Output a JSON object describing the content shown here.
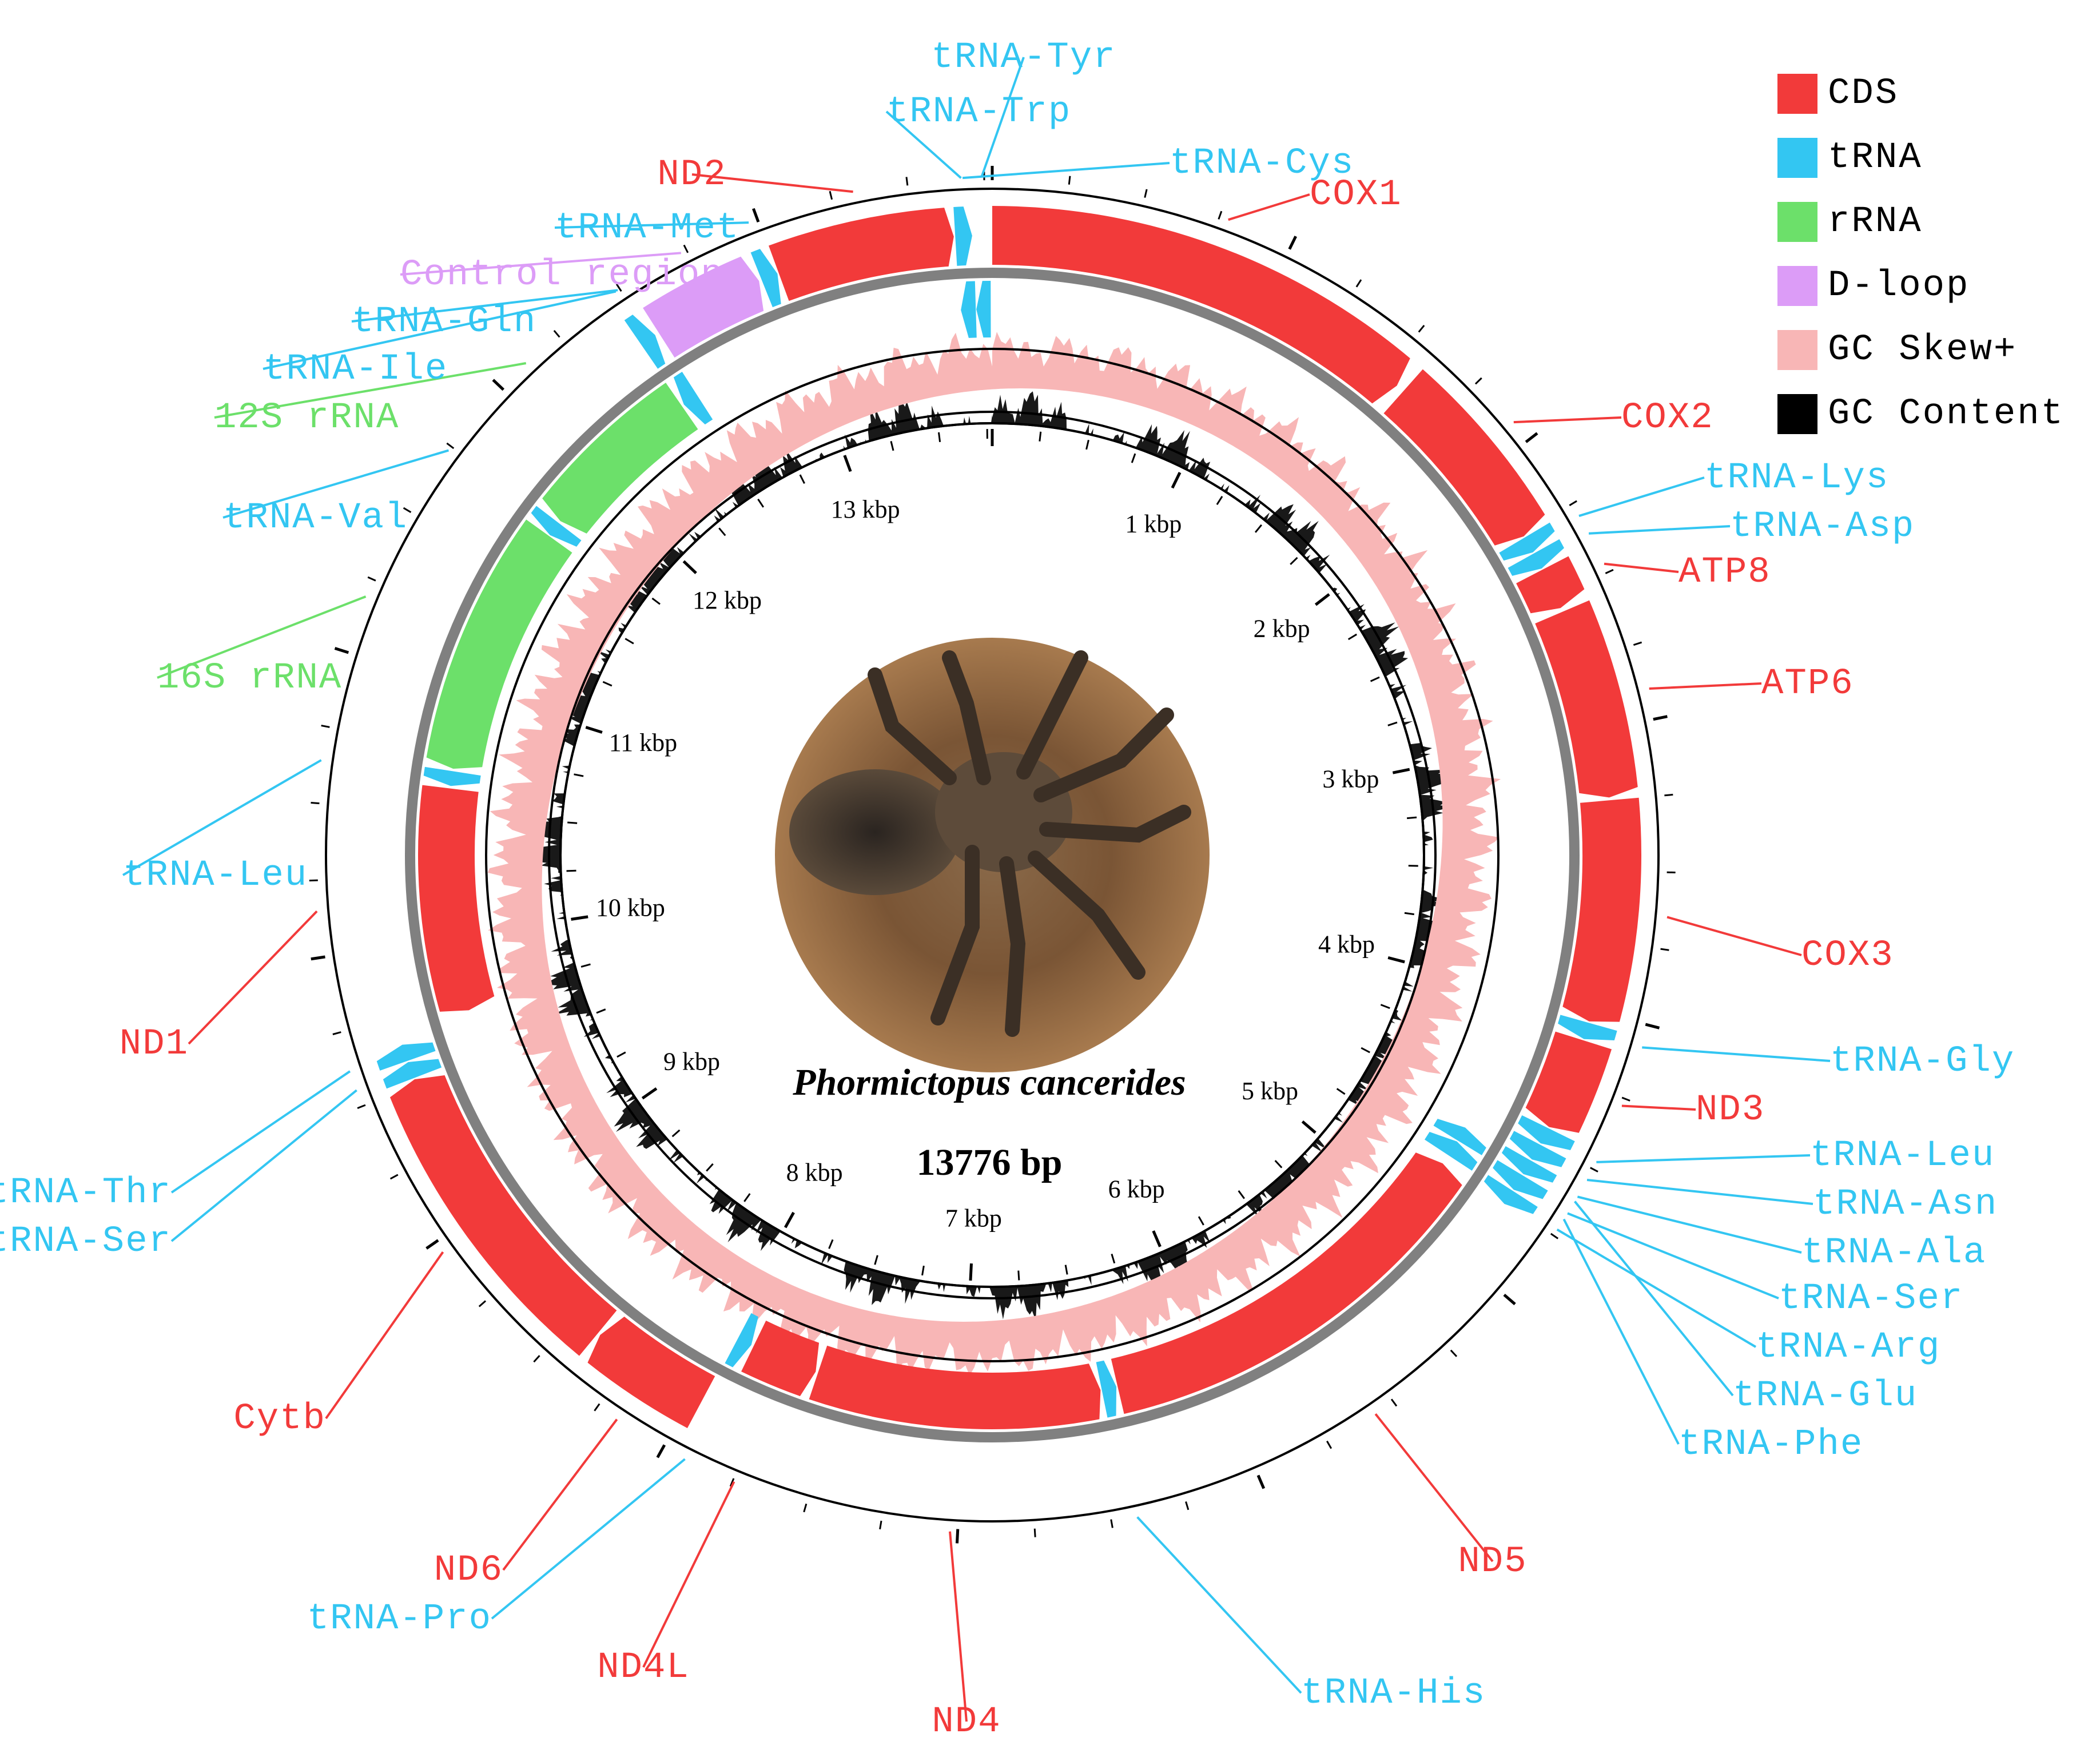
{
  "map": {
    "species": "Phormictopus cancerides",
    "length_text": "13776 bp",
    "genome_length_bp": 13776,
    "photo": "tarantula photograph"
  },
  "legend": [
    {
      "label": "CDS",
      "color": "#f23a3a"
    },
    {
      "label": "tRNA",
      "color": "#33c6f2"
    },
    {
      "label": "rRNA",
      "color": "#6ce06a"
    },
    {
      "label": "D-loop",
      "color": "#dc9cf7"
    },
    {
      "label": "GC Skew+",
      "color": "#f8b6b6"
    },
    {
      "label": "GC Content",
      "color": "#000000"
    }
  ],
  "kbp_ticks": [
    "1 kbp",
    "2 kbp",
    "3 kbp",
    "4 kbp",
    "5 kbp",
    "6 kbp",
    "7 kbp",
    "8 kbp",
    "9 kbp",
    "10 kbp",
    "11 kbp",
    "12 kbp",
    "13 kbp"
  ],
  "features": [
    {
      "name": "COX1",
      "type": "CDS",
      "strand": "+",
      "start": 0,
      "end": 1560
    },
    {
      "name": "COX2",
      "type": "CDS",
      "strand": "+",
      "start": 1590,
      "end": 2260
    },
    {
      "name": "tRNA-Lys",
      "type": "tRNA",
      "strand": "+",
      "start": 2265,
      "end": 2325
    },
    {
      "name": "tRNA-Asp",
      "type": "tRNA",
      "strand": "+",
      "start": 2330,
      "end": 2390
    },
    {
      "name": "ATP8",
      "type": "CDS",
      "strand": "+",
      "start": 2395,
      "end": 2545
    },
    {
      "name": "ATP6",
      "type": "CDS",
      "strand": "+",
      "start": 2560,
      "end": 3240
    },
    {
      "name": "COX3",
      "type": "CDS",
      "strand": "+",
      "start": 3250,
      "end": 4040
    },
    {
      "name": "tRNA-Gly",
      "type": "tRNA",
      "strand": "+",
      "start": 4045,
      "end": 4105
    },
    {
      "name": "ND3",
      "type": "CDS",
      "strand": "+",
      "start": 4110,
      "end": 4440
    },
    {
      "name": "tRNA-Leu",
      "type": "tRNA",
      "strand": "+",
      "start": 4445,
      "end": 4505
    },
    {
      "name": "tRNA-Asn",
      "type": "tRNA",
      "strand": "+",
      "start": 4510,
      "end": 4570
    },
    {
      "name": "tRNA-Ala",
      "type": "tRNA",
      "strand": "+",
      "start": 4575,
      "end": 4630
    },
    {
      "name": "tRNA-Ser",
      "type": "tRNA",
      "strand": "+",
      "start": 4635,
      "end": 4695
    },
    {
      "name": "tRNA-Arg",
      "type": "tRNA",
      "strand": "+",
      "start": 4700,
      "end": 4755
    },
    {
      "name": "tRNA-Glu",
      "type": "tRNA",
      "strand": "-",
      "start": 4590,
      "end": 4650
    },
    {
      "name": "tRNA-Phe",
      "type": "tRNA",
      "strand": "-",
      "start": 4655,
      "end": 4720
    },
    {
      "name": "ND5",
      "type": "CDS",
      "strand": "-",
      "start": 4760,
      "end": 6380
    },
    {
      "name": "tRNA-His",
      "type": "tRNA",
      "strand": "-",
      "start": 6385,
      "end": 6445
    },
    {
      "name": "ND4",
      "type": "CDS",
      "strand": "-",
      "start": 6450,
      "end": 7600
    },
    {
      "name": "ND4L",
      "type": "CDS",
      "strand": "-",
      "start": 7610,
      "end": 7880
    },
    {
      "name": "tRNA-Pro",
      "type": "tRNA",
      "strand": "-",
      "start": 7890,
      "end": 7950
    },
    {
      "name": "ND6",
      "type": "CDS",
      "strand": "+",
      "start": 7960,
      "end": 8390
    },
    {
      "name": "Cytb",
      "type": "CDS",
      "strand": "+",
      "start": 8400,
      "end": 9520
    },
    {
      "name": "tRNA-Ser",
      "type": "tRNA",
      "strand": "+",
      "start": 9525,
      "end": 9585
    },
    {
      "name": "tRNA-Thr",
      "type": "tRNA",
      "strand": "+",
      "start": 9590,
      "end": 9650
    },
    {
      "name": "ND1",
      "type": "CDS",
      "strand": "-",
      "start": 9700,
      "end": 10600
    },
    {
      "name": "tRNA-Leu",
      "type": "tRNA",
      "strand": "-",
      "start": 10610,
      "end": 10670
    },
    {
      "name": "16S rRNA",
      "type": "rRNA",
      "strand": "-",
      "start": 10680,
      "end": 11700
    },
    {
      "name": "tRNA-Val",
      "type": "tRNA",
      "strand": "-",
      "start": 11705,
      "end": 11765
    },
    {
      "name": "12S rRNA",
      "type": "rRNA",
      "strand": "-",
      "start": 11775,
      "end": 12450
    },
    {
      "name": "tRNA-Ile",
      "type": "tRNA",
      "strand": "+",
      "start": 12455,
      "end": 12515
    },
    {
      "name": "tRNA-Gln",
      "type": "tRNA",
      "strand": "-",
      "start": 12460,
      "end": 12525
    },
    {
      "name": "Control region",
      "type": "D-loop",
      "strand": "+",
      "start": 12530,
      "end": 12930
    },
    {
      "name": "tRNA-Met",
      "type": "tRNA",
      "strand": "+",
      "start": 12940,
      "end": 13000
    },
    {
      "name": "ND2",
      "type": "CDS",
      "strand": "+",
      "start": 13005,
      "end": 13640
    },
    {
      "name": "tRNA-Trp",
      "type": "tRNA",
      "strand": "+",
      "start": 13645,
      "end": 13705
    },
    {
      "name": "tRNA-Cys",
      "type": "tRNA",
      "strand": "-",
      "start": 13650,
      "end": 13710
    },
    {
      "name": "tRNA-Tyr",
      "type": "tRNA",
      "strand": "-",
      "start": 13712,
      "end": 13770
    }
  ]
}
